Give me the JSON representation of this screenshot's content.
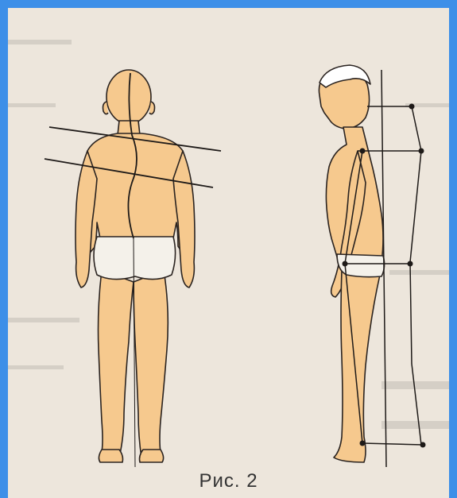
{
  "figure": {
    "caption": "Рис. 2",
    "colors": {
      "background_border": "#3d8fe8",
      "paper": "#ede6dc",
      "skin": "#f6c98e",
      "outline": "#2a2320",
      "underwear": "#f4f1ea"
    },
    "panels": [
      {
        "name": "back-view",
        "description_visible": false
      },
      {
        "name": "side-view",
        "description_visible": false
      }
    ]
  }
}
